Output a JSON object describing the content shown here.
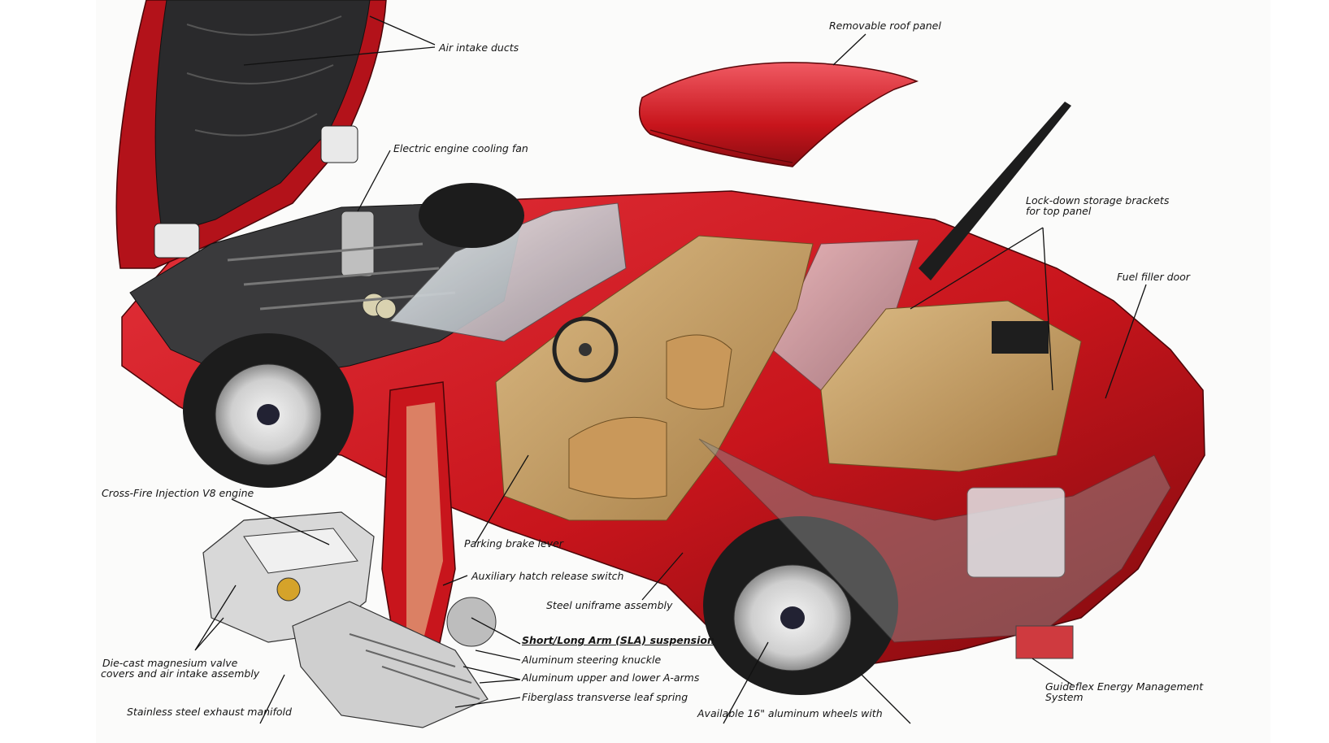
{
  "labels": {
    "air_intake_ducts": "Air intake ducts",
    "removable_roof_panel": "Removable roof panel",
    "electric_engine_cooling_fan": "Electric engine cooling fan",
    "lock_down_brackets_line1": "Lock-down storage brackets",
    "lock_down_brackets_line2": "for top panel",
    "fuel_filler_door": "Fuel filler door",
    "cross_fire_engine": "Cross-Fire Injection V8 engine",
    "parking_brake_lever": "Parking brake lever",
    "aux_hatch_release": "Auxiliary hatch release switch",
    "steel_uniframe": "Steel uniframe assembly",
    "sla_suspension": "Short/Long Arm (SLA) suspension",
    "steering_knuckle": "Aluminum steering knuckle",
    "a_arms": "Aluminum upper and lower A-arms",
    "leaf_spring": "Fiberglass transverse leaf spring",
    "valve_covers_line1": "Die-cast magnesium valve",
    "valve_covers_line2": "covers  and air intake assembly",
    "exhaust_manifold": "Stainless steel exhaust manifold",
    "wheels_partial": "Available 16\" aluminum wheels with",
    "guideflex_line1": "Guideflex Energy Management",
    "guideflex_line2": "System"
  },
  "colors": {
    "body_red": "#c8151c",
    "body_dark_red": "#7e0a0e",
    "interior_tan": "#c8a26a",
    "tire_black": "#1c1c1c",
    "glass": "#d9dde0"
  }
}
